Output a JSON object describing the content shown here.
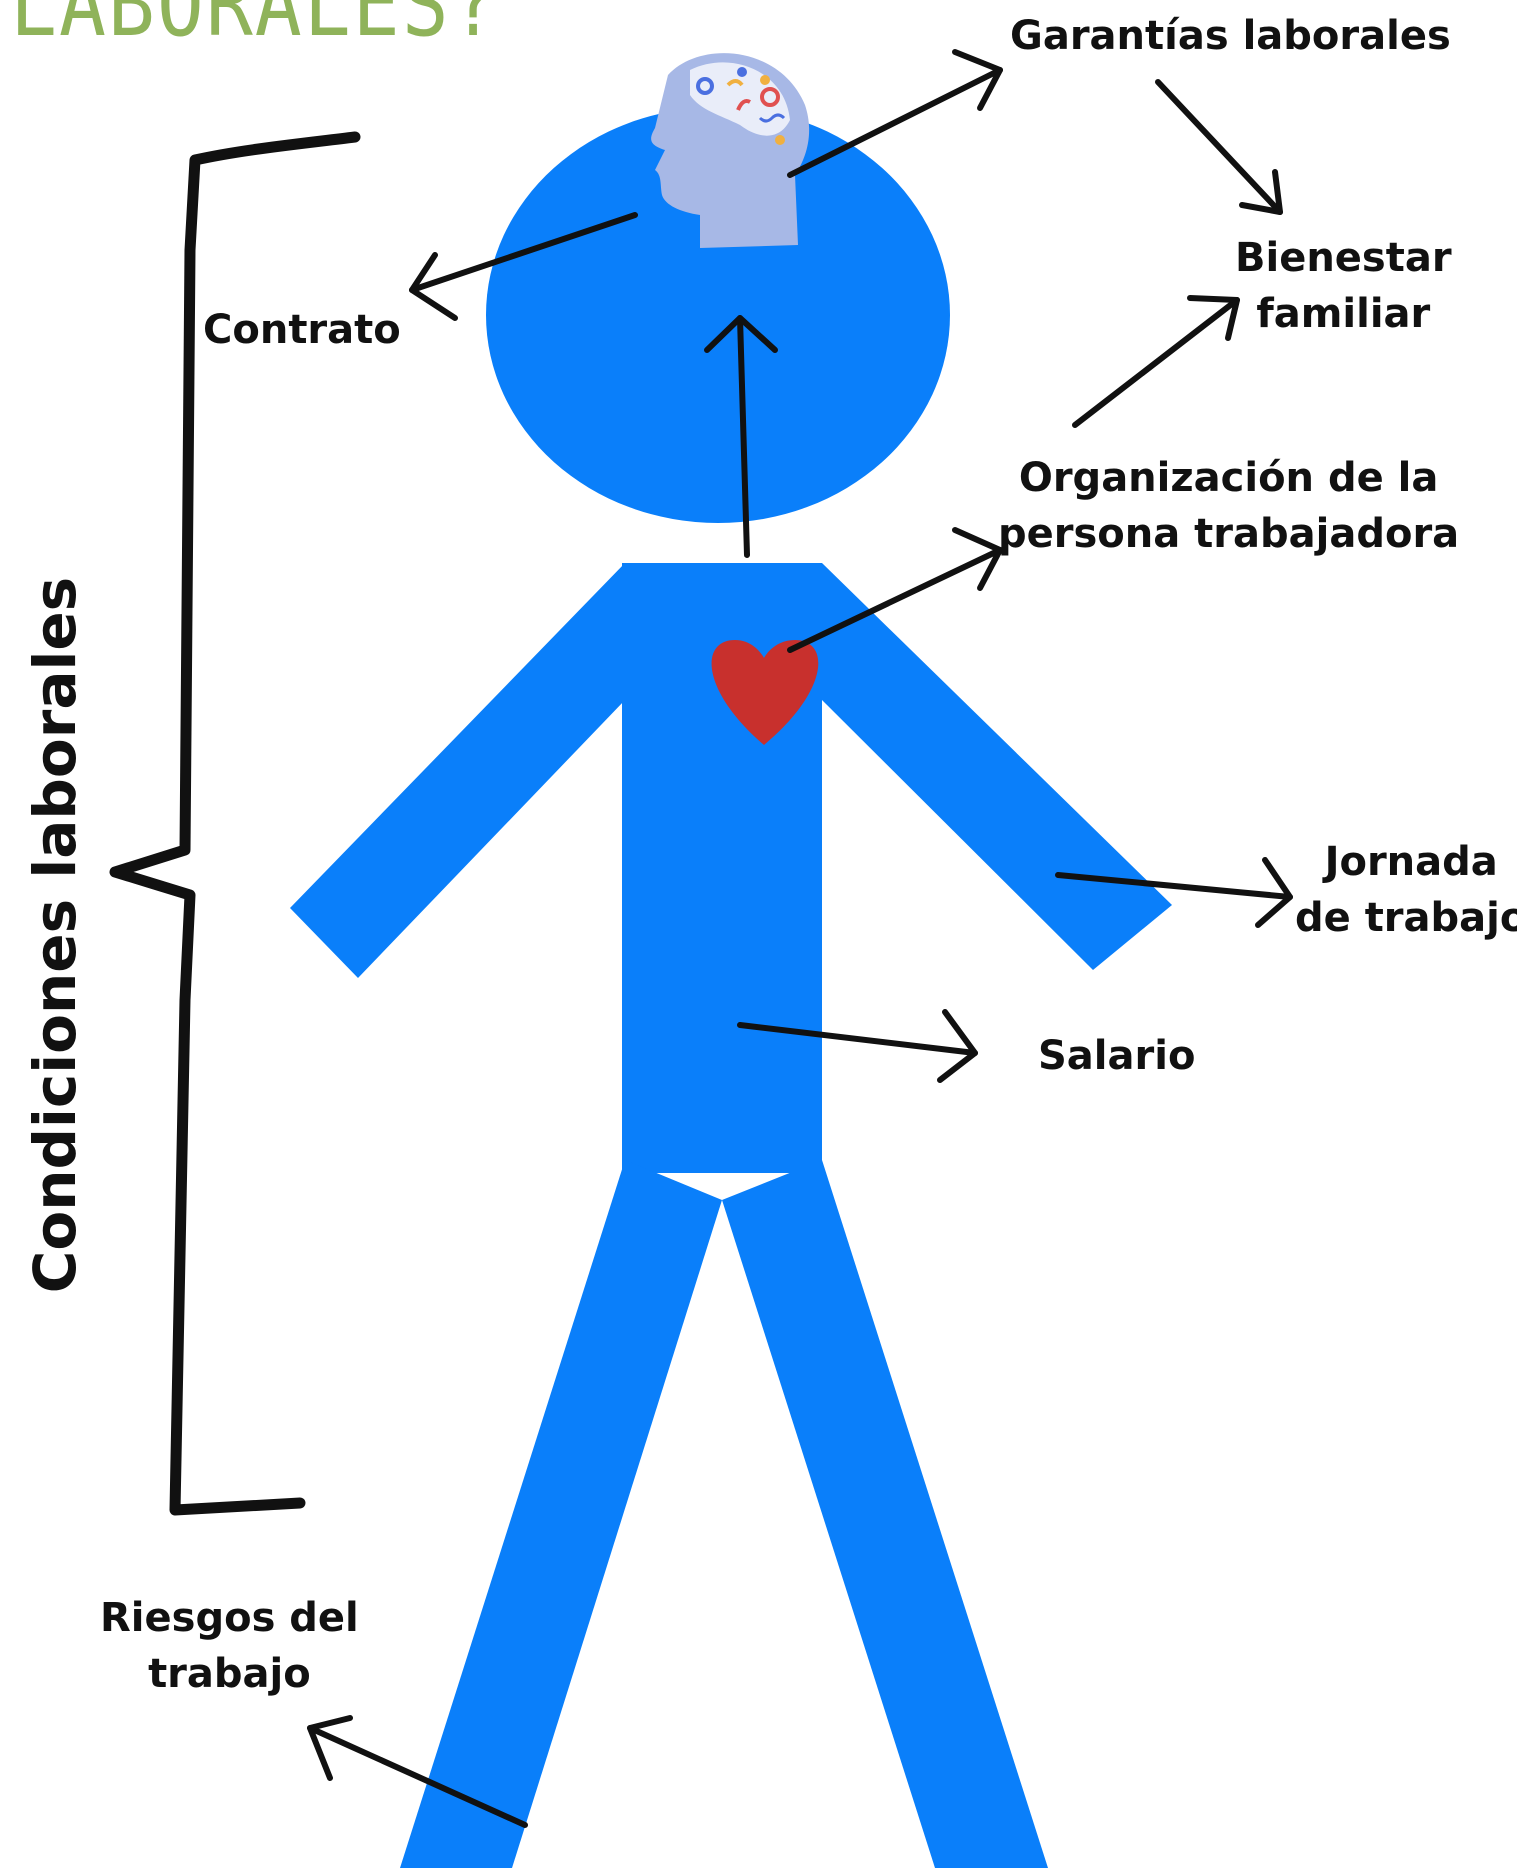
{
  "title_fragment": "LABORALES?",
  "side_label": "Condiciones laborales",
  "labels": {
    "garantias": "Garantías laborales",
    "bienestar_1": "Bienestar",
    "bienestar_2": "familiar",
    "contrato": "Contrato",
    "organizacion_1": "Organización de la",
    "organizacion_2": "persona trabajadora",
    "jornada_1": "Jornada",
    "jornada_2": "de trabajo",
    "salario": "Salario",
    "riesgos_1": "Riesgos del",
    "riesgos_2": "trabajo"
  },
  "colors": {
    "figure": "#0a7ffa",
    "heart": "#c8302d",
    "title": "#8fb35a",
    "ink": "#111111"
  },
  "icons": [
    "brain-head-icon",
    "heart-icon"
  ]
}
